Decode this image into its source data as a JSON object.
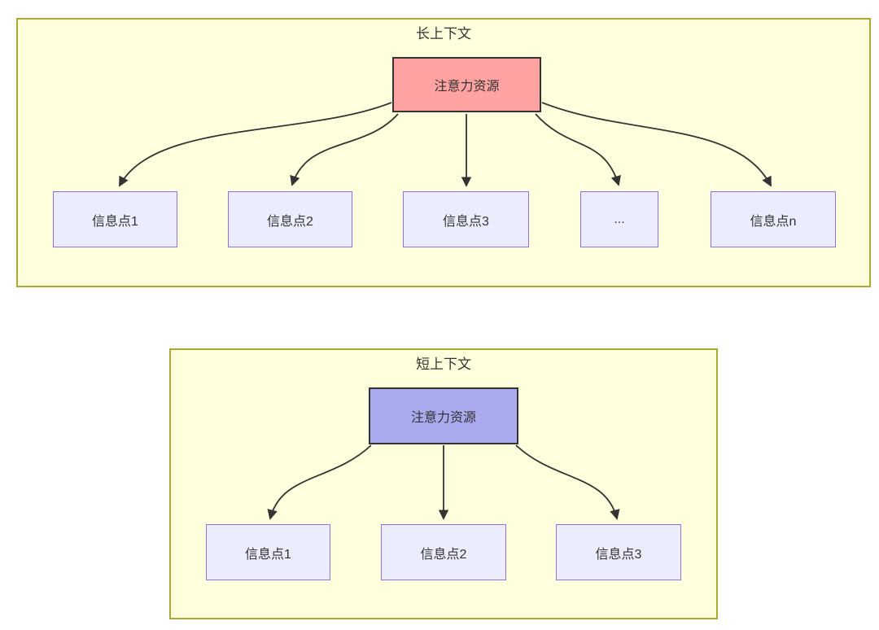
{
  "colors": {
    "panel_fill": "#ffffde",
    "panel_border": "#aaaa33",
    "info_node_fill": "#ececff",
    "info_node_border": "#9370db",
    "attention_long_fill": "#ffa2a2",
    "attention_short_fill": "#aaaaee",
    "attention_node_border": "#333333",
    "arrow_color": "#333333",
    "text_color": "#333333"
  },
  "long_panel": {
    "title": "长上下文",
    "attention_label": "注意力资源",
    "nodes": [
      {
        "label": "信息点1"
      },
      {
        "label": "信息点2"
      },
      {
        "label": "信息点3"
      },
      {
        "label": "..."
      },
      {
        "label": "信息点n"
      }
    ]
  },
  "short_panel": {
    "title": "短上下文",
    "attention_label": "注意力资源",
    "nodes": [
      {
        "label": "信息点1"
      },
      {
        "label": "信息点2"
      },
      {
        "label": "信息点3"
      }
    ]
  }
}
